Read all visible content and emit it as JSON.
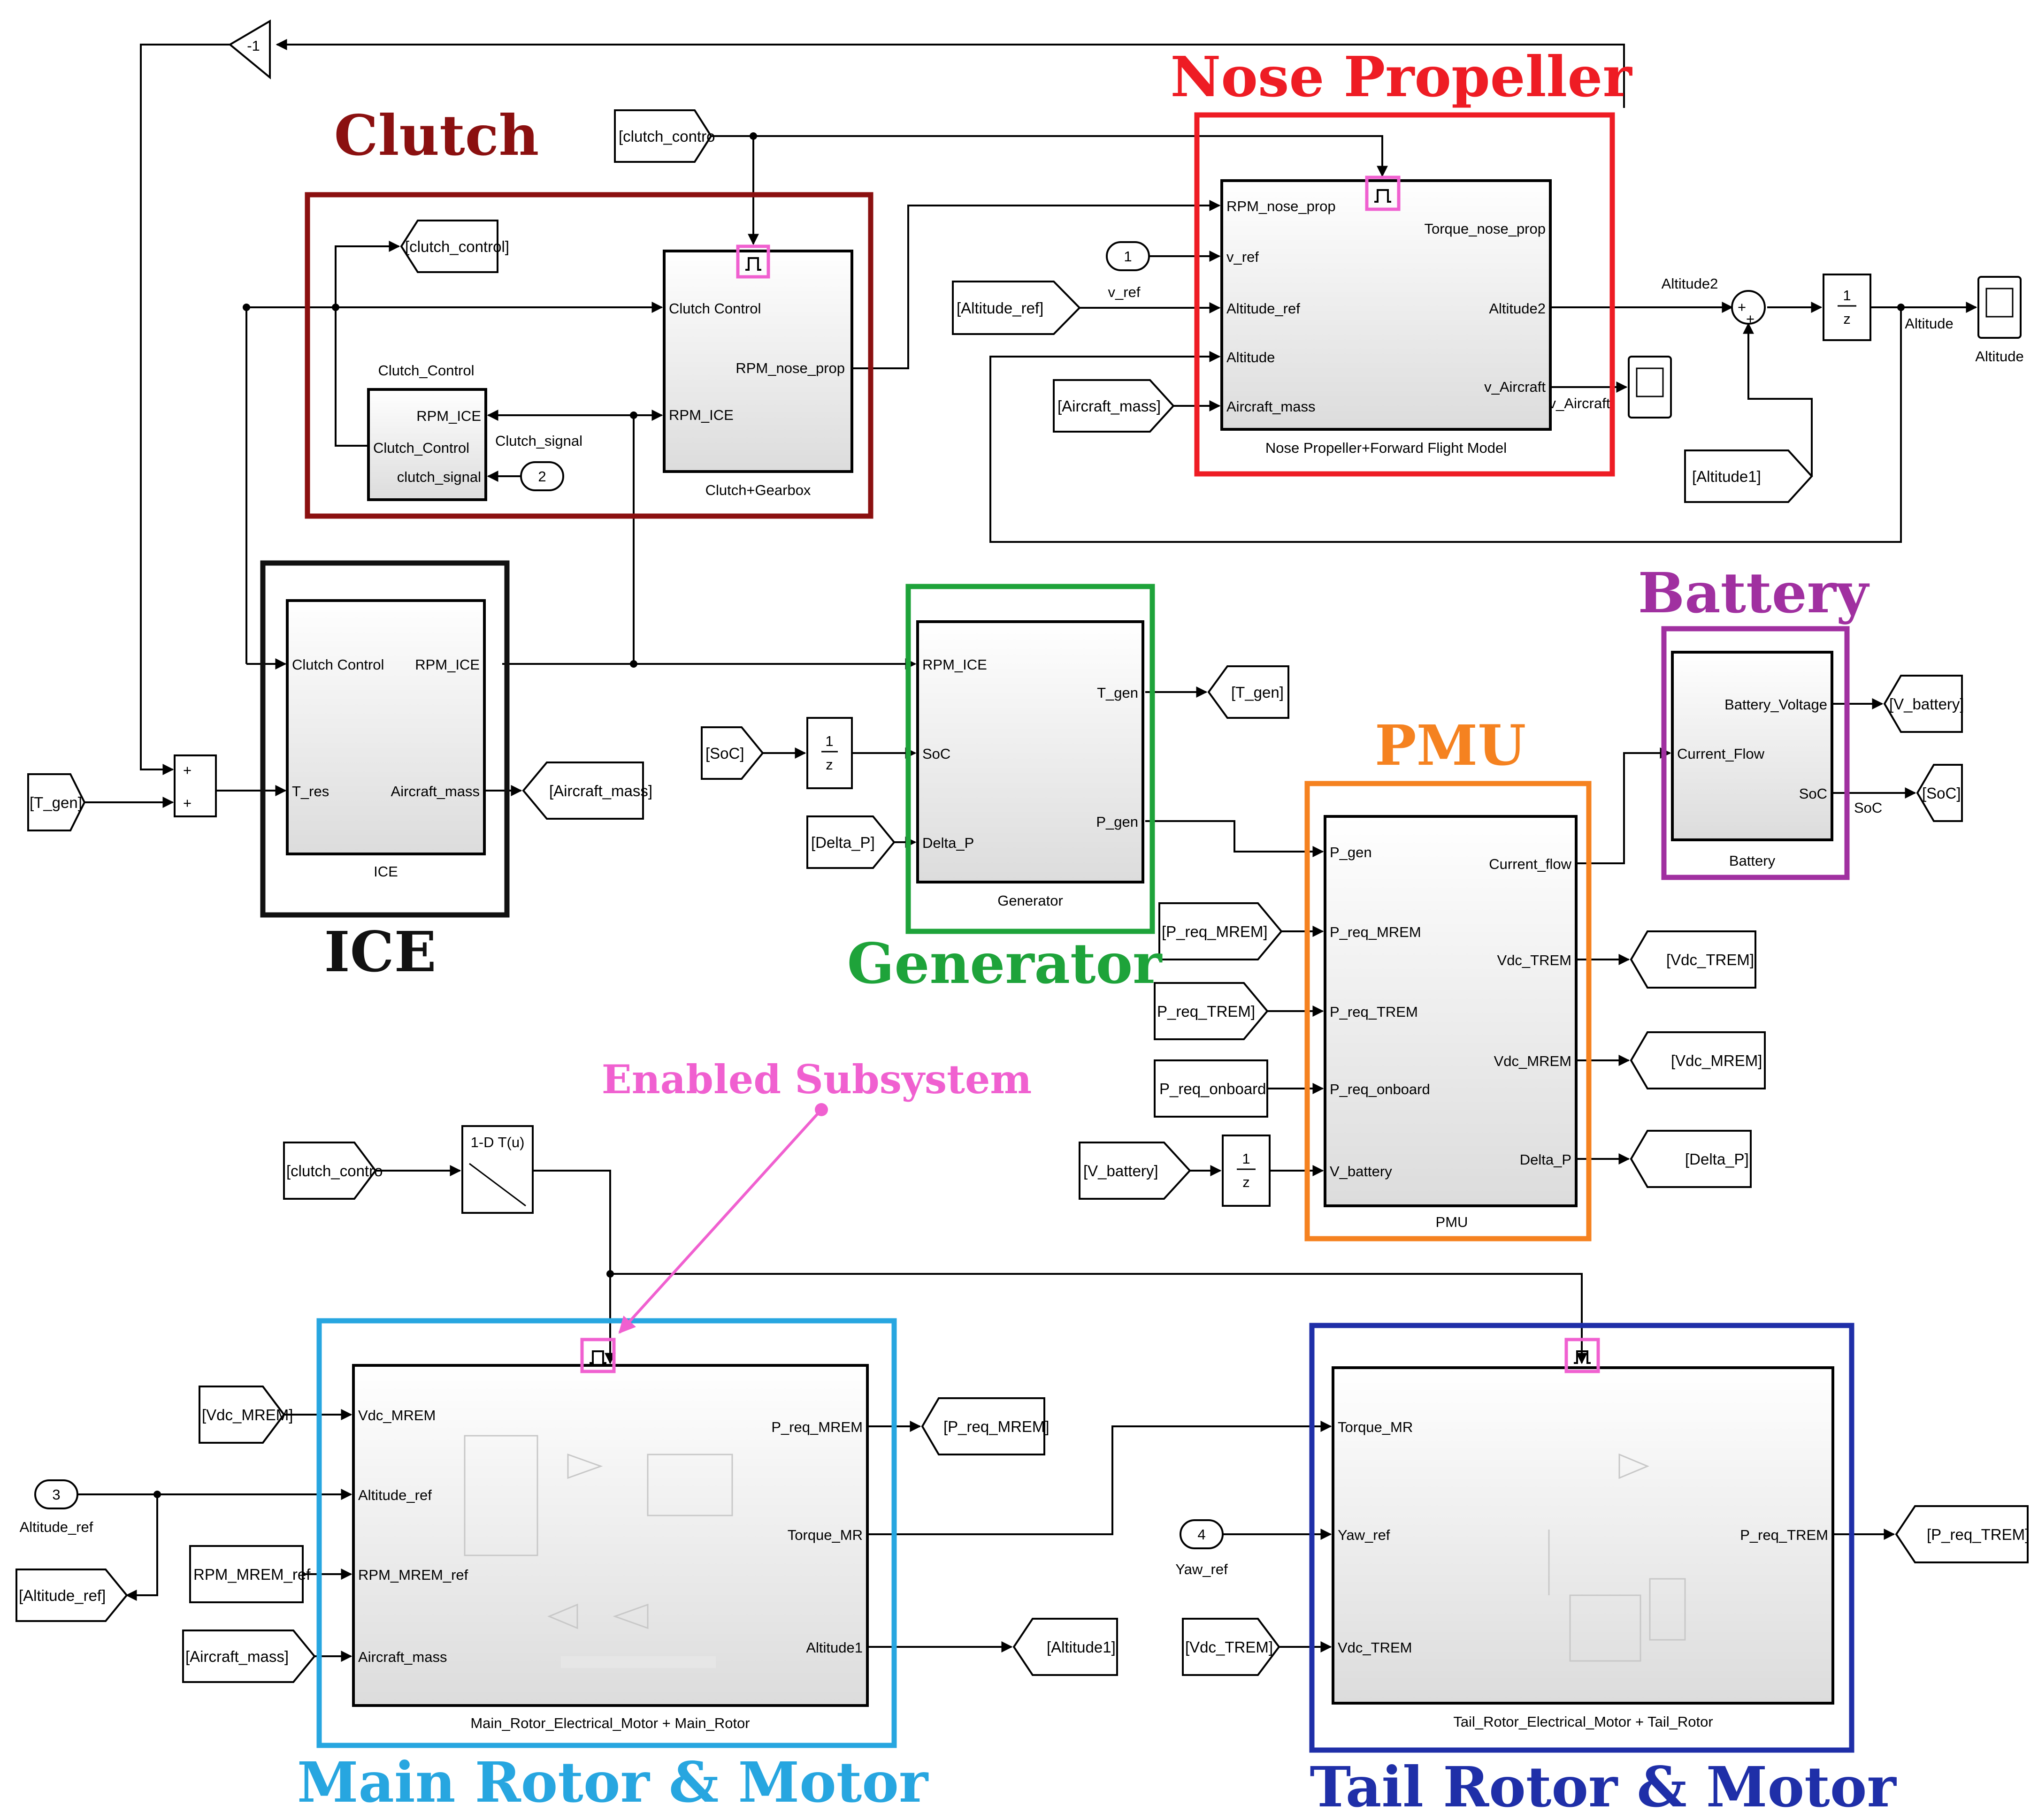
{
  "colors": {
    "clutch": "#8b1010",
    "nose": "#ee1c24",
    "ice": "#111111",
    "generator": "#1ea33a",
    "battery": "#a030a0",
    "pmu": "#f58220",
    "main_rotor": "#27a6e0",
    "tail_rotor": "#1f2fa8",
    "enabled": "#f060d0"
  },
  "titles": {
    "clutch": "Clutch",
    "nose_propeller": "Nose Propeller",
    "ice": "ICE",
    "generator": "Generator",
    "battery": "Battery",
    "pmu": "PMU",
    "main_rotor": "Main Rotor & Motor",
    "tail_rotor": "Tail Rotor & Motor",
    "enabled_subsystem": "Enabled Subsystem"
  },
  "blocks": {
    "clutch_gearbox": {
      "name": "Clutch+Gearbox",
      "in": [
        "Clutch Control",
        "RPM_ICE"
      ],
      "out": [
        "RPM_nose_prop"
      ]
    },
    "clutch_control": {
      "name": "Clutch_Control",
      "in": [
        "Clutch_Control",
        "clutch_signal"
      ],
      "out": [
        "RPM_ICE"
      ]
    },
    "nose_prop": {
      "name": "Nose Propeller+Forward Flight Model",
      "in": [
        "RPM_nose_prop",
        "v_ref",
        "Altitude_ref",
        "Altitude",
        "Aircraft_mass"
      ],
      "out": [
        "Torque_nose_prop",
        "Altitude2",
        "v_Aircraft"
      ]
    },
    "ice": {
      "name": "ICE",
      "in": [
        "Clutch Control",
        "T_res"
      ],
      "out": [
        "RPM_ICE",
        "Aircraft_mass"
      ]
    },
    "generator": {
      "name": "Generator",
      "in": [
        "RPM_ICE",
        "SoC",
        "Delta_P"
      ],
      "out": [
        "T_gen",
        "P_gen"
      ]
    },
    "battery": {
      "name": "Battery",
      "in": [
        "Current_Flow"
      ],
      "out": [
        "Battery_Voltage",
        "SoC"
      ]
    },
    "pmu": {
      "name": "PMU",
      "in": [
        "P_gen",
        "P_req_MREM",
        "P_req_TREM",
        "P_req_onboard",
        "V_battery"
      ],
      "out": [
        "Current_flow",
        "Vdc_TREM",
        "Vdc_MREM",
        "Delta_P"
      ]
    },
    "main_rotor": {
      "name": "Main_Rotor_Electrical_Motor + Main_Rotor",
      "in": [
        "Vdc_MREM",
        "Altitude_ref",
        "RPM_MREM_ref",
        "Aircraft_mass"
      ],
      "out": [
        "P_req_MREM",
        "Torque_MR",
        "Altitude1"
      ]
    },
    "tail_rotor": {
      "name": "Tail_Rotor_Electrical_Motor + Tail_Rotor",
      "in": [
        "Torque_MR",
        "Yaw_ref",
        "Vdc_TREM"
      ],
      "out": [
        "P_req_TREM"
      ]
    }
  },
  "tags": {
    "clutch_contro_top": "[clutch_contro",
    "clutch_control_goto": "[clutch_control]",
    "altitude_ref_from": "[Altitude_ref]",
    "aircraft_mass_from": "[Aircraft_mass]",
    "altitude1_from": "[Altitude1]",
    "t_gen_from": "[T_gen]",
    "aircraft_mass_goto": "[Aircraft_mass]",
    "soc_from": "[SoC]",
    "delta_p_from": "[Delta_P]",
    "t_gen_goto": "[T_gen]",
    "v_battery_goto": "[V_battery]",
    "soc_goto": "[SoC]",
    "p_req_mrem_from": "[P_req_MREM]",
    "p_req_trem_from": "P_req_TREM]",
    "p_req_onboard": "P_req_onboard",
    "v_battery_from": "[V_battery]",
    "vdc_trem_goto": "[Vdc_TREM]",
    "vdc_mrem_goto": "[Vdc_MREM]",
    "delta_p_goto": "[Delta_P]",
    "clutch_contro_bottom": "[clutch_contro",
    "vdc_mrem_from": "[Vdc_MREM]",
    "altitude_ref_goto": "[Altitude_ref]",
    "rpm_mrem_ref": "RPM_MREM_ref",
    "aircraft_mass_from2": "[Aircraft_mass]",
    "p_req_mrem_goto": "[P_req_MREM]",
    "altitude1_goto": "[Altitude1]",
    "vdc_trem_from": "[Vdc_TREM]",
    "p_req_trem_goto": "[P_req_TREM]"
  },
  "ports": {
    "in1": "1",
    "in2": "2",
    "in3": "3",
    "in4": "4",
    "altitude_ref_label": "Altitude_ref",
    "yaw_ref_label": "Yaw_ref"
  },
  "signals": {
    "v_ref": "v_ref",
    "clutch_signal": "Clutch_signal",
    "altitude2": "Altitude2",
    "altitude": "Altitude",
    "v_aircraft": "v_Aircraft",
    "soc": "SoC"
  },
  "misc": {
    "gain": "-1",
    "plus": "+",
    "lookup": "1-D T(u)",
    "delay_num": "1",
    "delay_den": "z",
    "scope_label": "Altitude"
  }
}
